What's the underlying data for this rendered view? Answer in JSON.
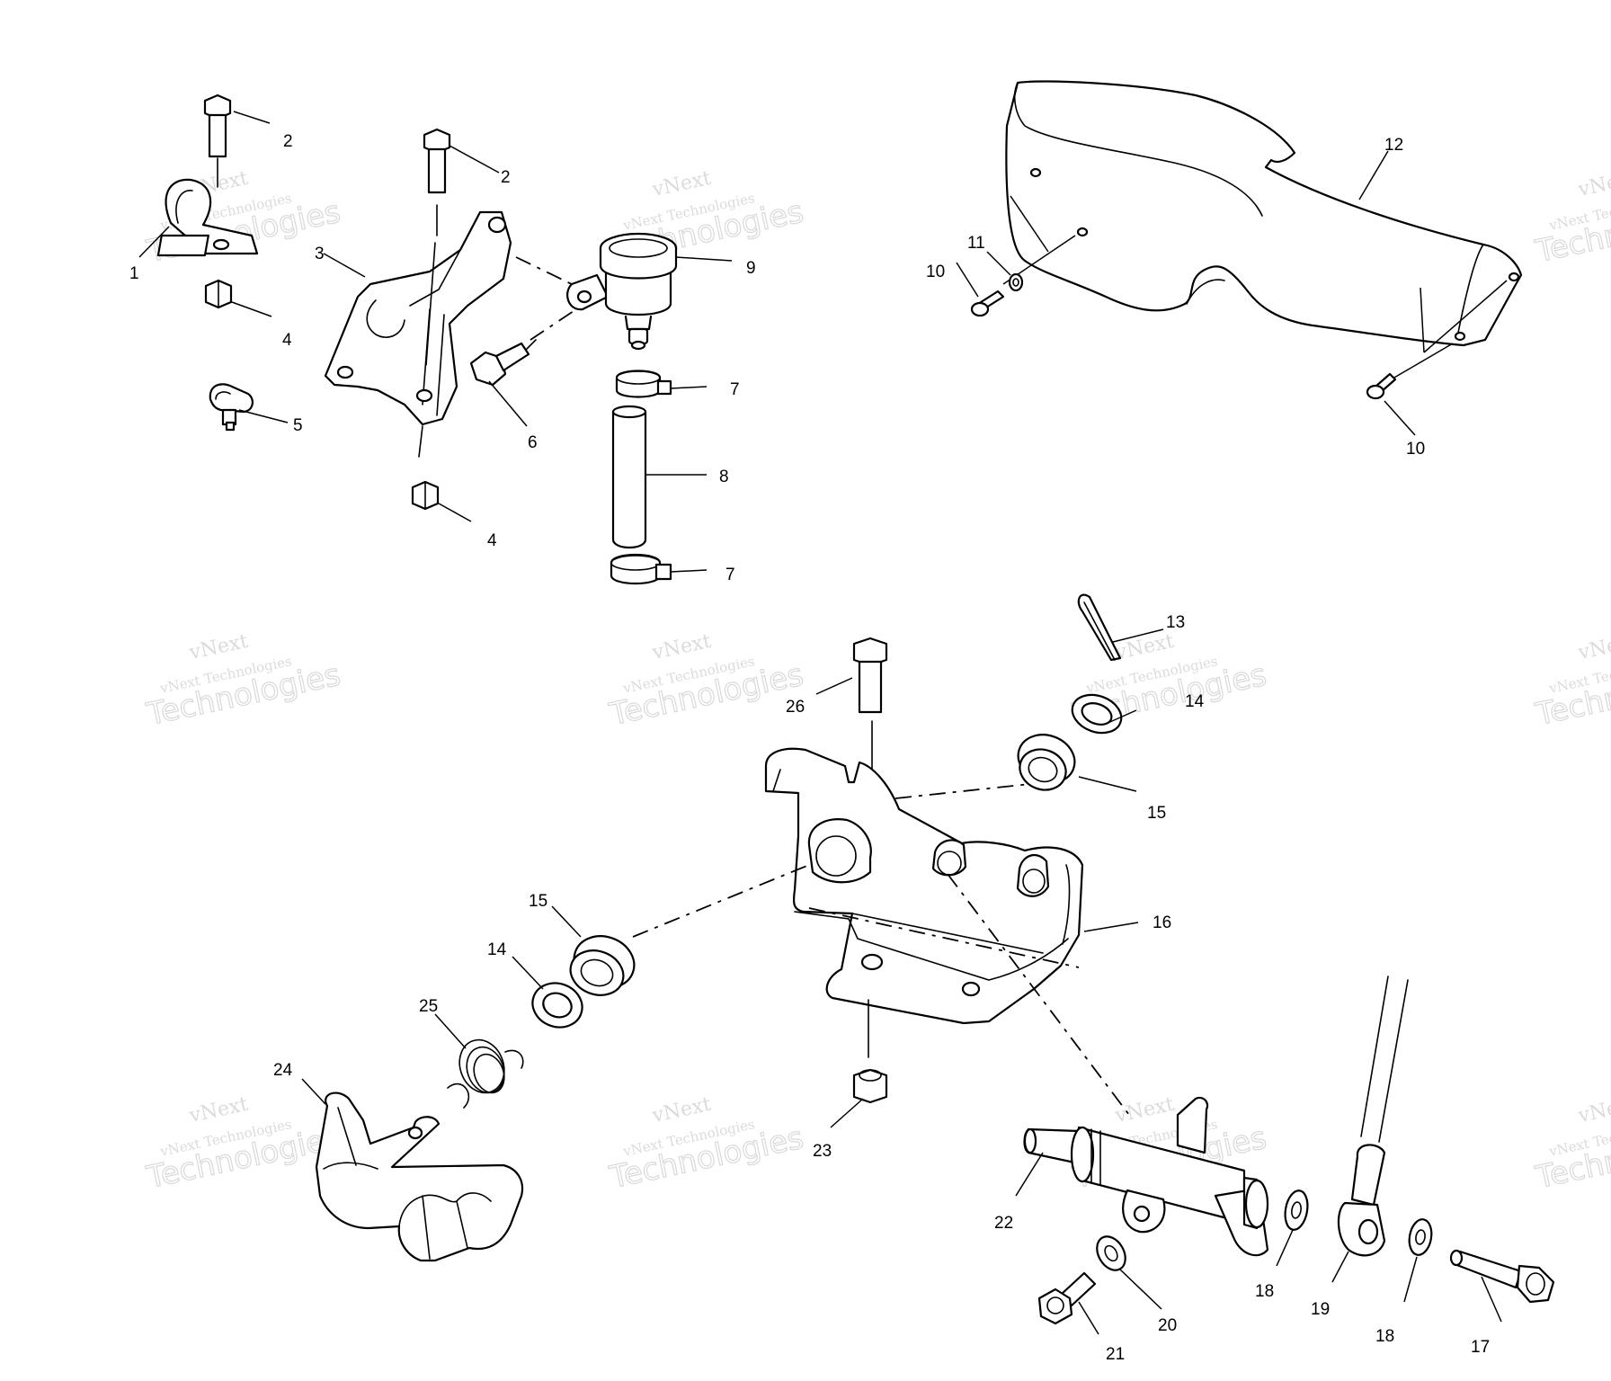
{
  "watermark": {
    "brand_top": "vNext",
    "brand_full": "vNext Technologies",
    "brand_big": "Technologies"
  },
  "callouts": {
    "c1": "1",
    "c2a": "2",
    "c2b": "2",
    "c3": "3",
    "c4a": "4",
    "c4b": "4",
    "c5": "5",
    "c6": "6",
    "c7a": "7",
    "c7b": "7",
    "c8": "8",
    "c9": "9",
    "c10a": "10",
    "c10b": "10",
    "c11": "11",
    "c12": "12",
    "c13": "13",
    "c14a": "14",
    "c14b": "14",
    "c15a": "15",
    "c15b": "15",
    "c16": "16",
    "c17": "17",
    "c18a": "18",
    "c18b": "18",
    "c19": "19",
    "c20": "20",
    "c21": "21",
    "c22": "22",
    "c23": "23",
    "c24": "24",
    "c25": "25",
    "c26": "26"
  }
}
